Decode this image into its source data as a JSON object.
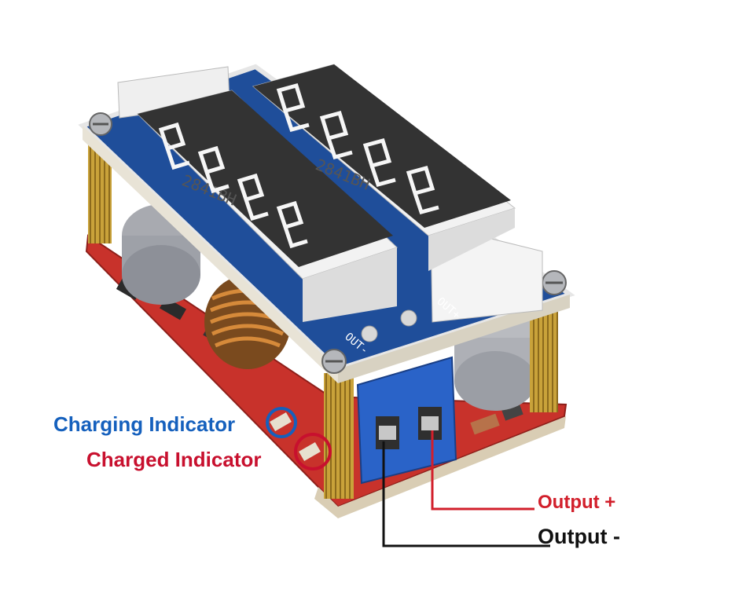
{
  "colors": {
    "charging": "#1560bd",
    "charged": "#c8102e",
    "output_positive": "#d21f2b",
    "output_negative": "#111111",
    "pcb_blue": "#1f4e9a",
    "pcb_red": "#c8322b",
    "brass": "#c9a23a",
    "display_body": "#f2f2f2",
    "display_face": "#333333",
    "terminal_blue": "#2a63c8"
  },
  "display_module": {
    "left_part_number": "2841BH",
    "right_part_number": "2841BH",
    "digits_per_display": 4
  },
  "pcb_silkscreen": {
    "out_minus": "OUT-",
    "out_plus": "OUT+"
  },
  "annotations": {
    "charging_indicator": "Charging Indicator",
    "charged_indicator": "Charged Indicator",
    "output_positive": "Output +",
    "output_negative": "Output -"
  }
}
